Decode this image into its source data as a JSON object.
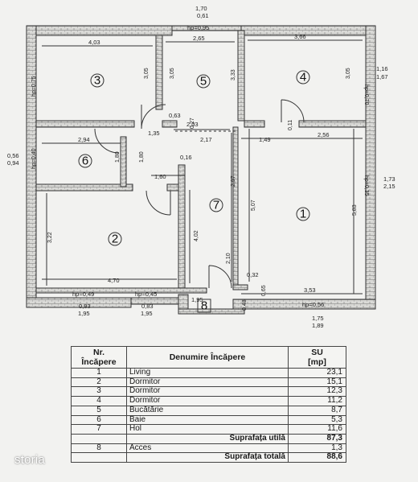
{
  "plan": {
    "top_dims": [
      {
        "id": "d-170",
        "text": "1,70"
      },
      {
        "id": "d-061",
        "text": "0,61"
      },
      {
        "id": "d-hp095",
        "text": "hp=0,95"
      },
      {
        "id": "d-403",
        "text": "4,03"
      },
      {
        "id": "d-265",
        "text": "2,65"
      },
      {
        "id": "d-366",
        "text": "3,66"
      },
      {
        "id": "d-116",
        "text": "1,16"
      },
      {
        "id": "d-167",
        "text": "1,67"
      },
      {
        "id": "d-305a",
        "text": "3,05"
      },
      {
        "id": "d-305b",
        "text": "3,05"
      },
      {
        "id": "d-333",
        "text": "3,33"
      },
      {
        "id": "d-305c",
        "text": "3,05"
      },
      {
        "id": "d-hp075",
        "text": "hp=0,75"
      },
      {
        "id": "d-hp070",
        "text": "hp=0,70"
      },
      {
        "id": "d-063",
        "text": "0,63"
      },
      {
        "id": "d-027",
        "text": "0,27"
      },
      {
        "id": "d-203",
        "text": "2,03"
      },
      {
        "id": "d-011",
        "text": "0,11"
      },
      {
        "id": "d-294",
        "text": "2,94"
      },
      {
        "id": "d-135",
        "text": "1,35"
      },
      {
        "id": "d-217",
        "text": "2,17"
      },
      {
        "id": "d-149",
        "text": "1,49"
      },
      {
        "id": "d-256",
        "text": "2,56"
      },
      {
        "id": "d-056",
        "text": "0,56"
      },
      {
        "id": "d-094",
        "text": "0,94"
      },
      {
        "id": "d-hp040",
        "text": "hp=0,40"
      },
      {
        "id": "d-180a",
        "text": "1,80"
      },
      {
        "id": "d-180b",
        "text": "1,80"
      },
      {
        "id": "d-016",
        "text": "0,16"
      },
      {
        "id": "d-160",
        "text": "1,60"
      },
      {
        "id": "d-297",
        "text": "2,97"
      },
      {
        "id": "d-507",
        "text": "5,07"
      },
      {
        "id": "d-583",
        "text": "5,83"
      },
      {
        "id": "d-hp035",
        "text": "hp=0,35"
      },
      {
        "id": "d-173",
        "text": "1,73"
      },
      {
        "id": "d-215",
        "text": "2,15"
      },
      {
        "id": "d-322",
        "text": "3,22"
      },
      {
        "id": "d-402",
        "text": "4,02"
      },
      {
        "id": "d-210",
        "text": "2,10"
      },
      {
        "id": "d-470",
        "text": "4,70"
      },
      {
        "id": "d-032",
        "text": "0,32"
      },
      {
        "id": "d-065",
        "text": "0,65"
      },
      {
        "id": "d-353",
        "text": "3,53"
      },
      {
        "id": "d-hp049",
        "text": "hp=0,49"
      },
      {
        "id": "d-hp045",
        "text": "hp=0,45"
      },
      {
        "id": "d-195",
        "text": "1,95"
      },
      {
        "id": "d-hp056",
        "text": "hp=0,56"
      },
      {
        "id": "d-048",
        "text": "0,48"
      },
      {
        "id": "d-083a",
        "text": "0,83"
      },
      {
        "id": "d-195a",
        "text": "1,95"
      },
      {
        "id": "d-083b",
        "text": "0,83"
      },
      {
        "id": "d-195b",
        "text": "1,95"
      },
      {
        "id": "d-175",
        "text": "1,75"
      },
      {
        "id": "d-189",
        "text": "1,89"
      }
    ],
    "rooms": [
      "1",
      "2",
      "3",
      "4",
      "5",
      "6",
      "7",
      "8"
    ]
  },
  "table": {
    "headers": {
      "nr": "Nr.\nÎncăpere",
      "name": "Denumire Încăpere",
      "su": "SU\n[mp]"
    },
    "rows": [
      {
        "nr": "1",
        "name": "Living",
        "su": "23,1"
      },
      {
        "nr": "2",
        "name": "Dormitor",
        "su": "15,1"
      },
      {
        "nr": "3",
        "name": "Dormitor",
        "su": "12,3"
      },
      {
        "nr": "4",
        "name": "Dormitor",
        "su": "11,2"
      },
      {
        "nr": "5",
        "name": "Bucătărie",
        "su": "8,7"
      },
      {
        "nr": "6",
        "name": "Baie",
        "su": "5,3"
      },
      {
        "nr": "7",
        "name": "Hol",
        "su": "11,6"
      }
    ],
    "util": {
      "label": "Suprafața utilă",
      "su": "87,3"
    },
    "acces": {
      "nr": "8",
      "name": "Acces",
      "su": "1,3"
    },
    "total": {
      "label": "Suprafața totală",
      "su": "88,6"
    }
  },
  "logo": "storia"
}
